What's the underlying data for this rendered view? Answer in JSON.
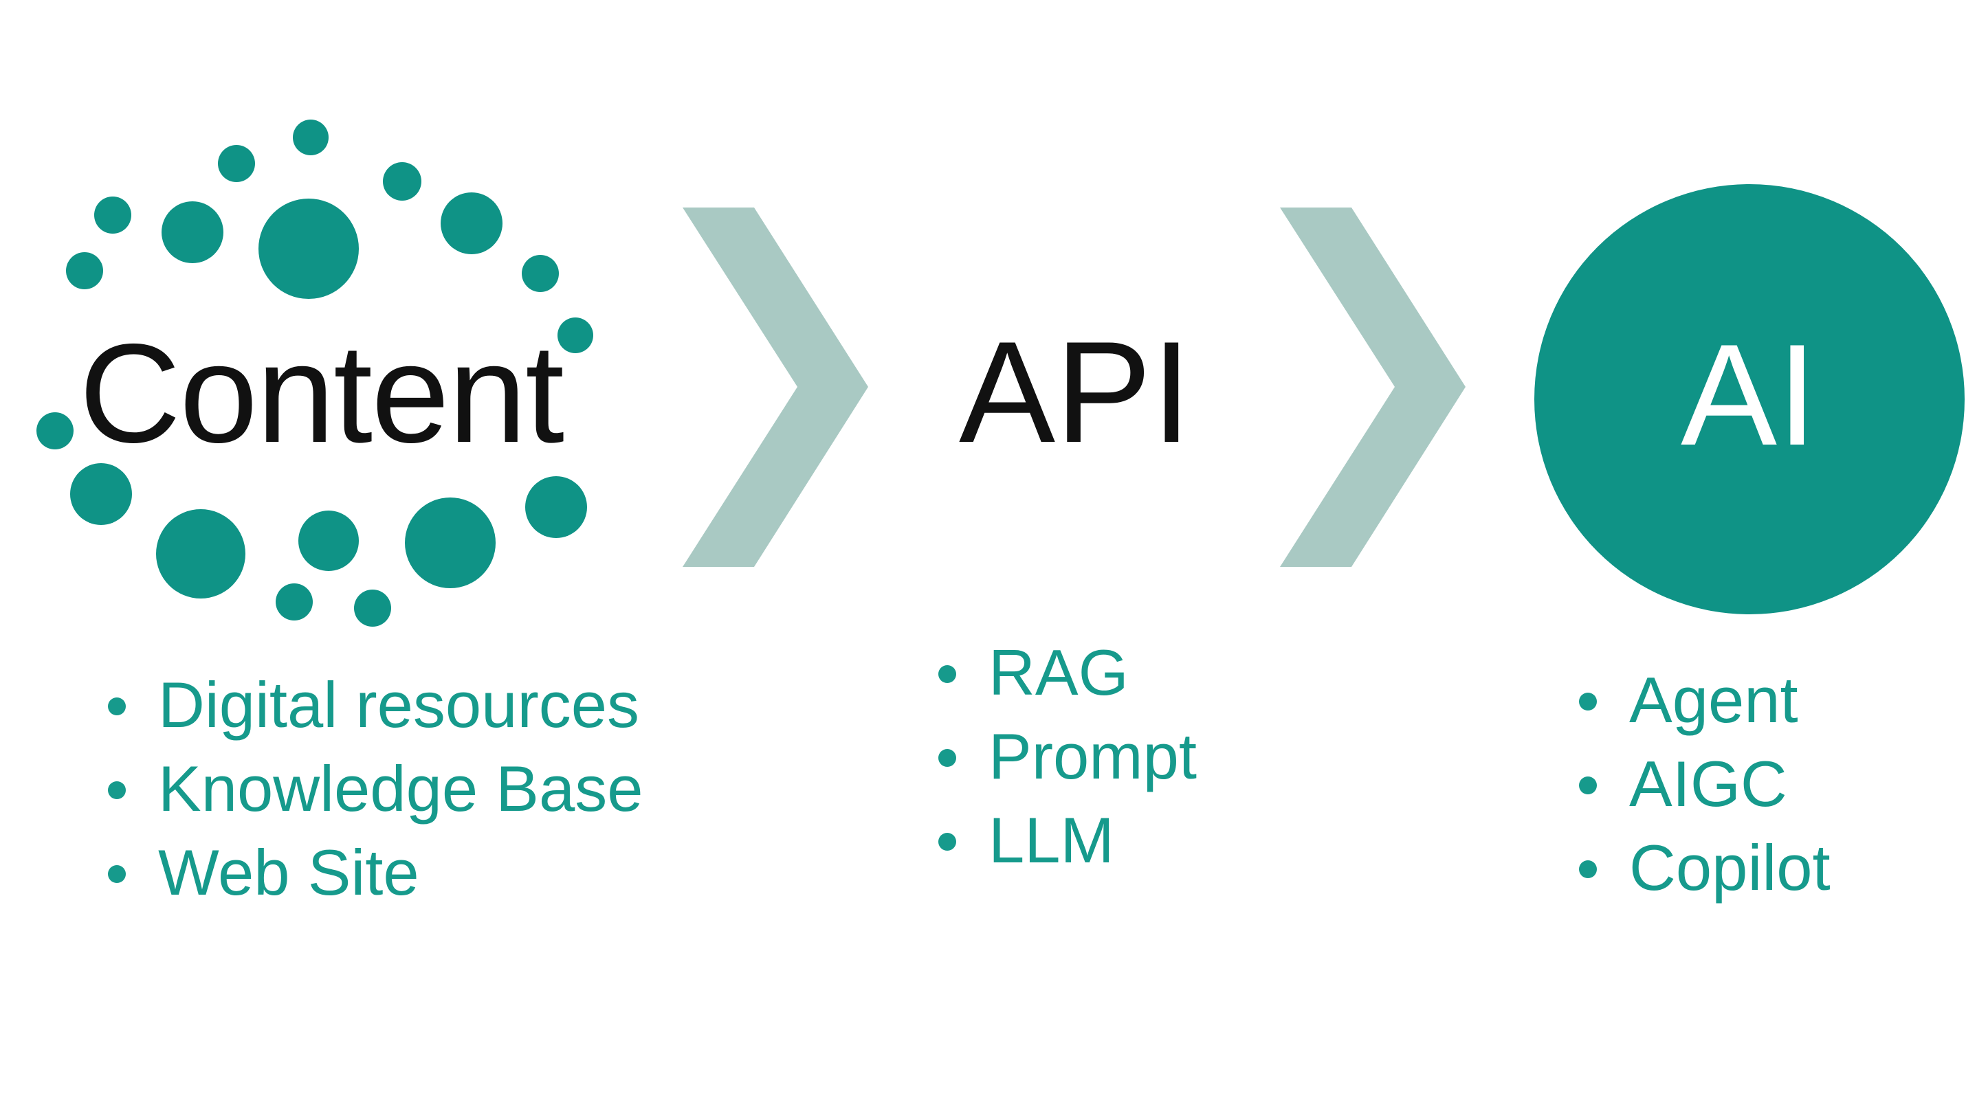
{
  "colors": {
    "accent": "#0f9386",
    "bullet_text": "#169a8c",
    "chevron": "#a9c9c3",
    "heading": "#111111",
    "ai_text": "#ffffff"
  },
  "stages": {
    "content": {
      "label": "Content",
      "items": [
        "Digital resources",
        "Knowledge Base",
        "Web Site"
      ]
    },
    "api": {
      "label": "API",
      "items": [
        "RAG",
        "Prompt",
        "LLM"
      ]
    },
    "ai": {
      "label": "AI",
      "items": [
        "Agent",
        "AIGC",
        "Copilot"
      ]
    }
  }
}
